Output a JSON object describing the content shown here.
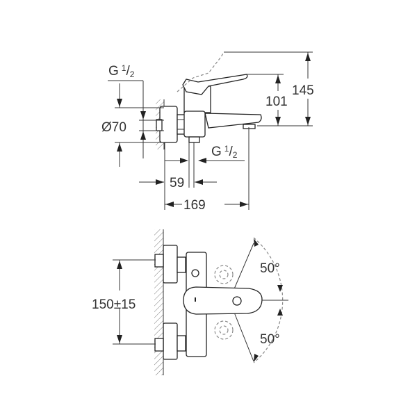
{
  "side_view": {
    "inlet_thread_left": {
      "main": "G",
      "frac_num": "1",
      "frac_den": "2"
    },
    "escutcheon_diameter": "Ø70",
    "outlet_thread": {
      "main": "G",
      "frac_num": "1",
      "frac_den": "2"
    },
    "dim_59": "59",
    "dim_169": "169",
    "dim_101": "101",
    "dim_145": "145"
  },
  "front_view": {
    "center_distance": "150±15",
    "angle_up": "50°",
    "angle_down": "50°"
  }
}
